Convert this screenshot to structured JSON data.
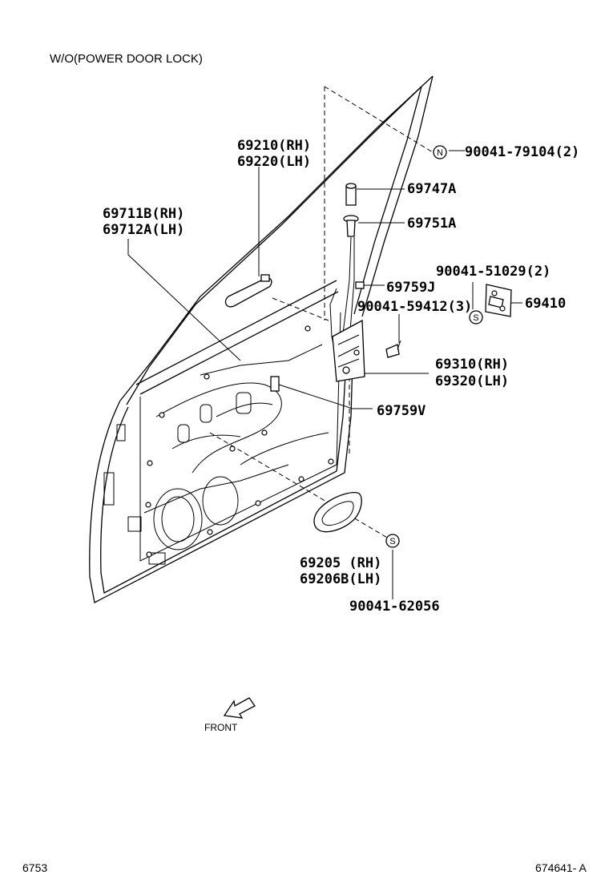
{
  "header": {
    "title": "W/O(POWER DOOR LOCK)"
  },
  "callouts": {
    "handle_outside_rh": "69210(RH)",
    "handle_outside_lh": "69220(LH)",
    "screw_top": "90041-79104(2)",
    "knob": "69747A",
    "bushing": "69751A",
    "rod_rh": "69711B(RH)",
    "rod_lh": "69712A(LH)",
    "screw_striker": "90041-51029(2)",
    "rod_j": "69759J",
    "screw_lock": "90041-59412(3)",
    "striker": "69410",
    "lock_rh": "69310(RH)",
    "lock_lh": "69320(LH)",
    "rod_v": "69759V",
    "inside_handle_rh": "69205 (RH)",
    "inside_handle_lh": "69206B(LH)",
    "screw_bottom": "90041-62056"
  },
  "marks": {
    "n": "N",
    "s": "S"
  },
  "front_label": "FRONT",
  "footer": {
    "left": "6753",
    "right": "674641- A"
  }
}
